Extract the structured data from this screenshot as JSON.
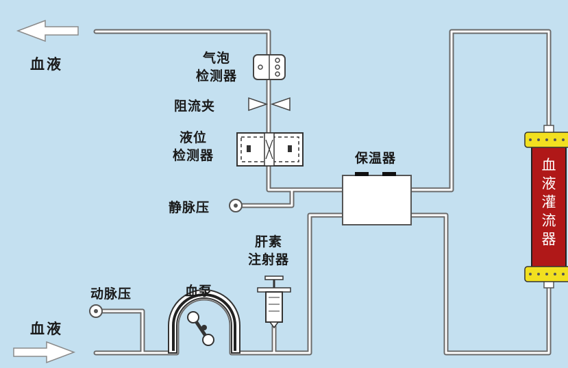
{
  "labels": {
    "blood_out": "血液",
    "blood_in": "血液",
    "bubble_detector": [
      "气泡",
      "检测器"
    ],
    "clamp": "阻流夹",
    "level_detector": [
      "液位",
      "检测器"
    ],
    "venous_pressure": "静脉压",
    "warmer": "保温器",
    "heparin_syringe": [
      "肝素",
      "注射器"
    ],
    "arterial_pressure": "动脉压",
    "blood_pump": "血泵",
    "perfusion_device": "血液灌流器"
  },
  "colors": {
    "background": "#c4e0f0",
    "tube": "#6a6a6a",
    "perfusion_body": "#b01818",
    "perfusion_caps": "#f2e020",
    "arrow_fill": "#ffffff"
  }
}
